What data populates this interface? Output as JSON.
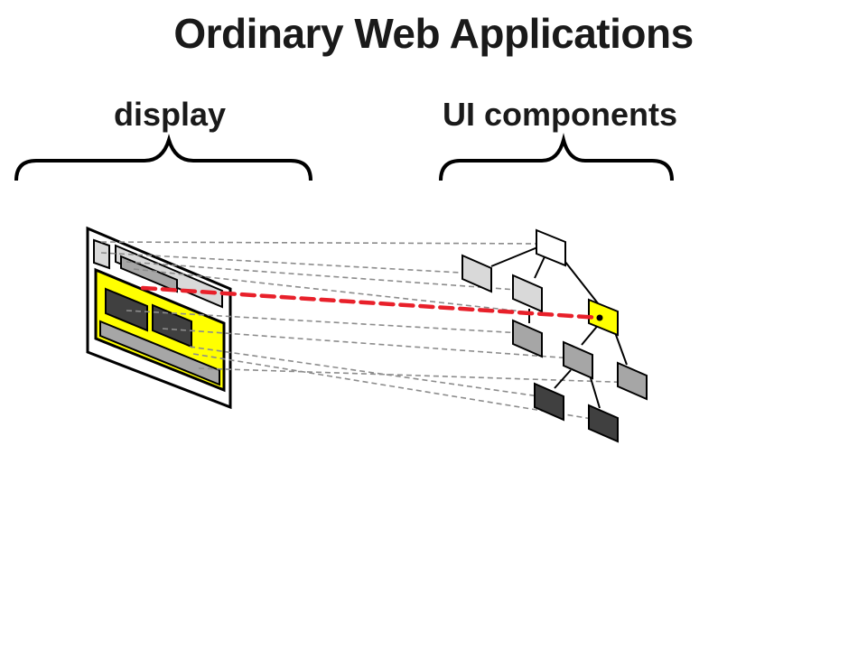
{
  "title": "Ordinary Web Applications",
  "labels": {
    "display": "display",
    "ui_components": "UI components"
  },
  "colors": {
    "highlight_yellow": "#ffff00",
    "mapping_red": "#e8202a",
    "light_gray": "#d9d9d9",
    "mid_gray": "#a6a6a6",
    "dark_gray": "#404040",
    "outline": "#000000",
    "dashed_gray": "#8c8c8c"
  }
}
